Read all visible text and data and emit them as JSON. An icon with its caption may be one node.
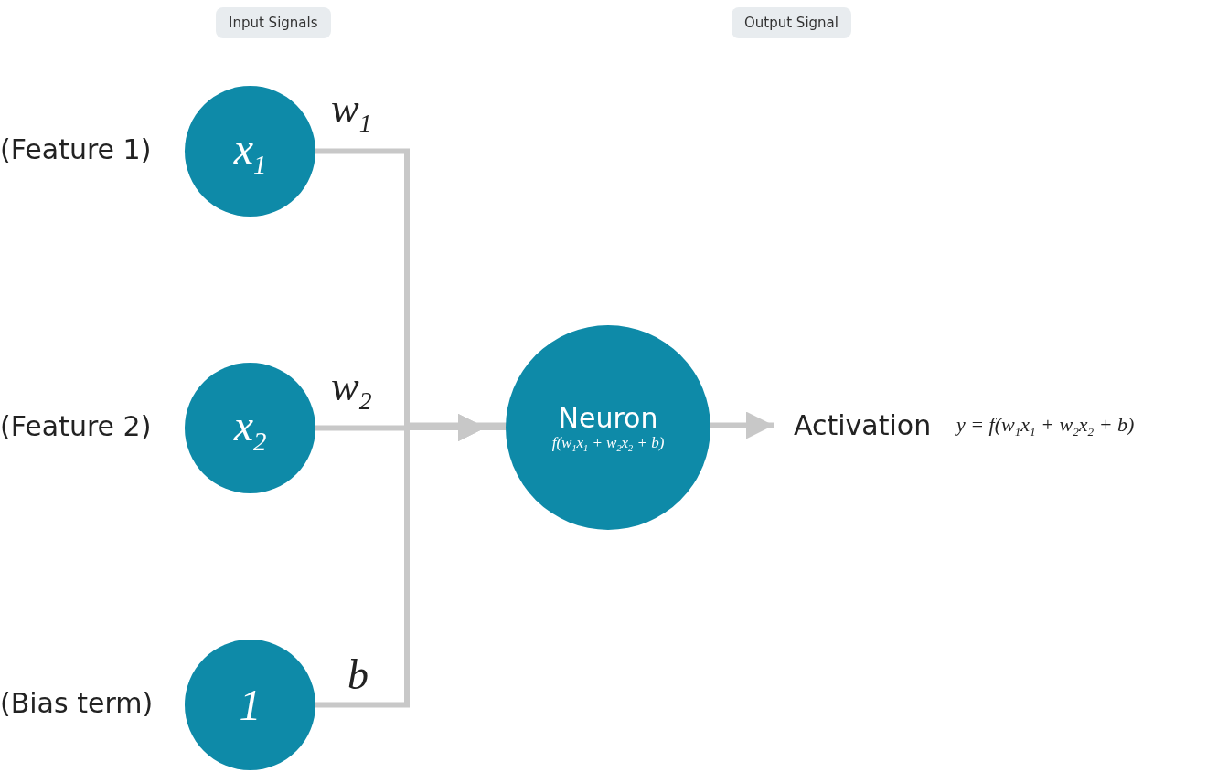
{
  "diagram": {
    "nodes": [
      {
        "text": [
          "x$_{1}$"
        ],
        "beside": [
          "(Feature 1)"
        ]
      },
      {
        "text": [
          "x$_{2}$"
        ],
        "beside": [
          "(Feature 2)"
        ]
      },
      {
        "text": [
          "1"
        ],
        "beside": [
          "(Bias term)"
        ]
      },
      {
        "text": [
          "Neuron",
          "f(w$_{1}$x$_{1}$ + w$_{2}$x$_{2}$ + b)"
        ]
      },
      {
        "text": [
          "Activation"
        ],
        "beside": [
          "y =  f(w$_{1}$x$_{1}$ + w$_{2}$x$_{2}$ + b)"
        ]
      }
    ],
    "edges": [
      {
        "from": 0,
        "to": 3,
        "arrow": "to",
        "label": "w$_{1}$"
      },
      {
        "from": 1,
        "to": 3,
        "arrow": "to",
        "label": "w$_{2}$"
      },
      {
        "from": 2,
        "to": 3,
        "arrow": "to",
        "label": "b"
      },
      {
        "from": 3,
        "to": 4,
        "arrow": "to"
      }
    ],
    "labels": [
      "Input Signals",
      "Output Signal"
    ]
  }
}
